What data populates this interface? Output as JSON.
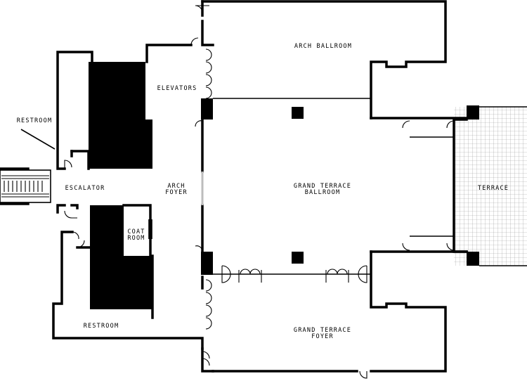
{
  "rooms": {
    "arch_ballroom": "ARCH BALLROOM",
    "elevators": "ELEVATORS",
    "restroom_upper": "RESTROOM",
    "escalator": "ESCALATOR",
    "arch_foyer_1": "ARCH",
    "arch_foyer_2": "FOYER",
    "grand_terrace_ballroom_1": "GRAND TERRACE",
    "grand_terrace_ballroom_2": "BALLROOM",
    "terrace": "TERRACE",
    "coat_room_1": "COAT",
    "coat_room_2": "ROOM",
    "restroom_lower": "RESTROOM",
    "grand_terrace_foyer_1": "GRAND TERRACE",
    "grand_terrace_foyer_2": "FOYER"
  },
  "colors": {
    "wall": "#000000",
    "background": "#ffffff",
    "terrace_grid": "#9a9a9a",
    "opening": "#bdbdbd"
  }
}
